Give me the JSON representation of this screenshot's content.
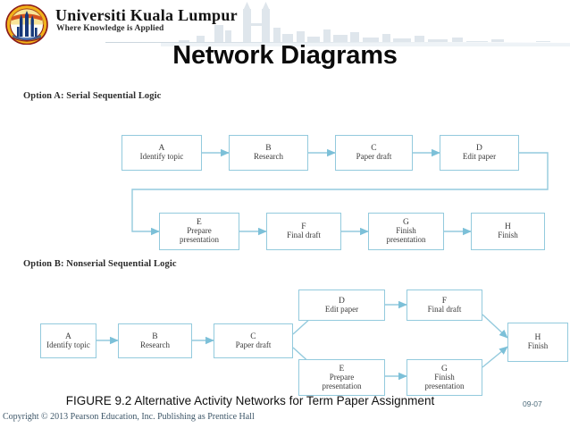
{
  "header": {
    "logo_icon": "ukl-emblem-icon",
    "skyline_icon": "kuala-lumpur-skyline-icon",
    "university_name": "Universiti Kuala Lumpur",
    "tagline": "Where Knowledge is Applied"
  },
  "slide": {
    "title": "Network Diagrams",
    "accent_color": "#93cadd",
    "text_color": "#3b3b3b"
  },
  "options": {
    "a_label": "Option A: Serial Sequential Logic",
    "b_label": "Option B: Nonserial Sequential Logic"
  },
  "diagram_a": {
    "type": "diagram",
    "name": "serial-sequential-logic",
    "nodes": [
      {
        "code": "A",
        "desc": [
          "Identify topic"
        ]
      },
      {
        "code": "B",
        "desc": [
          "Research"
        ]
      },
      {
        "code": "C",
        "desc": [
          "Paper draft"
        ]
      },
      {
        "code": "D",
        "desc": [
          "Edit paper"
        ]
      },
      {
        "code": "E",
        "desc": [
          "Prepare",
          "presentation"
        ]
      },
      {
        "code": "F",
        "desc": [
          "Final draft"
        ]
      },
      {
        "code": "G",
        "desc": [
          "Finish",
          "presentation"
        ]
      },
      {
        "code": "H",
        "desc": [
          "Finish"
        ]
      }
    ],
    "edges": [
      [
        "A",
        "B"
      ],
      [
        "B",
        "C"
      ],
      [
        "C",
        "D"
      ],
      [
        "D",
        "E"
      ],
      [
        "E",
        "F"
      ],
      [
        "F",
        "G"
      ],
      [
        "G",
        "H"
      ]
    ]
  },
  "diagram_b": {
    "type": "diagram",
    "name": "nonserial-sequential-logic",
    "nodes": [
      {
        "code": "A",
        "desc": [
          "Identify topic"
        ]
      },
      {
        "code": "B",
        "desc": [
          "Research"
        ]
      },
      {
        "code": "C",
        "desc": [
          "Paper draft"
        ]
      },
      {
        "code": "D",
        "desc": [
          "Edit paper"
        ]
      },
      {
        "code": "F",
        "desc": [
          "Final draft"
        ]
      },
      {
        "code": "E",
        "desc": [
          "Prepare",
          "presentation"
        ]
      },
      {
        "code": "G",
        "desc": [
          "Finish",
          "presentation"
        ]
      },
      {
        "code": "H",
        "desc": [
          "Finish"
        ]
      }
    ],
    "edges": [
      [
        "A",
        "B"
      ],
      [
        "B",
        "C"
      ],
      [
        "C",
        "D"
      ],
      [
        "C",
        "E"
      ],
      [
        "D",
        "F"
      ],
      [
        "E",
        "G"
      ],
      [
        "F",
        "H"
      ],
      [
        "G",
        "H"
      ]
    ]
  },
  "footer": {
    "figure_caption": "FIGURE 9.2  Alternative Activity Networks for Term Paper Assignment",
    "page_number": "09-07",
    "copyright": "Copyright © 2013 Pearson Education, Inc. Publishing as Prentice Hall"
  }
}
